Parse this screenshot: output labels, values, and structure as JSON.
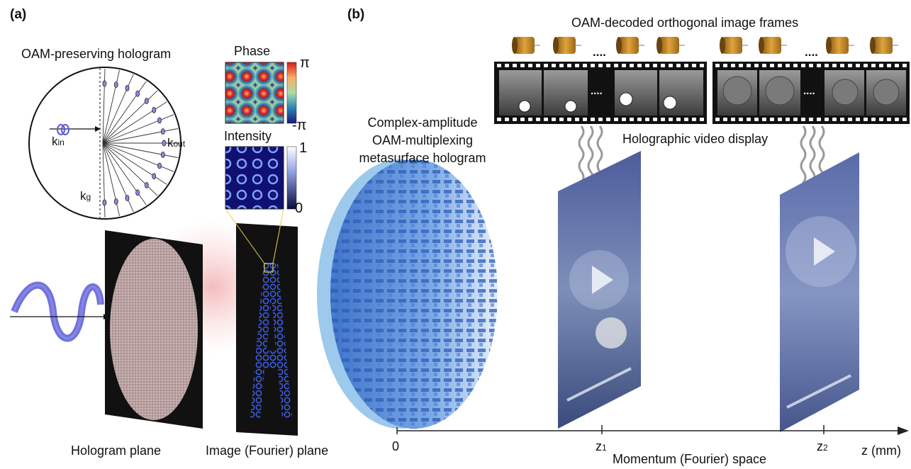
{
  "panel_a": {
    "tag": "(a)",
    "title": "OAM-preserving hologram",
    "k_in": "k",
    "k_in_sub": "in",
    "k_out": "k",
    "k_out_sub": "out",
    "k_g": "k",
    "k_g_sub": "g",
    "phase_label": "Phase",
    "phase_max": "π",
    "phase_min": "-π",
    "intensity_label": "Intensity",
    "intensity_max": "1",
    "intensity_min": "0",
    "hologram_plane": "Hologram plane",
    "image_plane": "Image (Fourier) plane"
  },
  "panel_b": {
    "tag": "(b)",
    "frames_title": "OAM-decoded orthogonal image frames",
    "dots": "....",
    "metasurface_label": [
      "Complex-amplitude",
      "OAM-multiplexing",
      "metasurface hologram"
    ],
    "video_label": "Holographic video display",
    "axis_origin": "0",
    "axis_z1": "z",
    "axis_z1_sub": "1",
    "axis_z2": "z",
    "axis_z2_sub": "2",
    "axis_unit": "z (mm)",
    "axis_title": "Momentum (Fourier) space"
  },
  "colors": {
    "meta_blue": "#4a7fd0",
    "beam_purple": "#5b5bd6",
    "sky_blue": "#9cc9ec",
    "axis": "#222222"
  }
}
